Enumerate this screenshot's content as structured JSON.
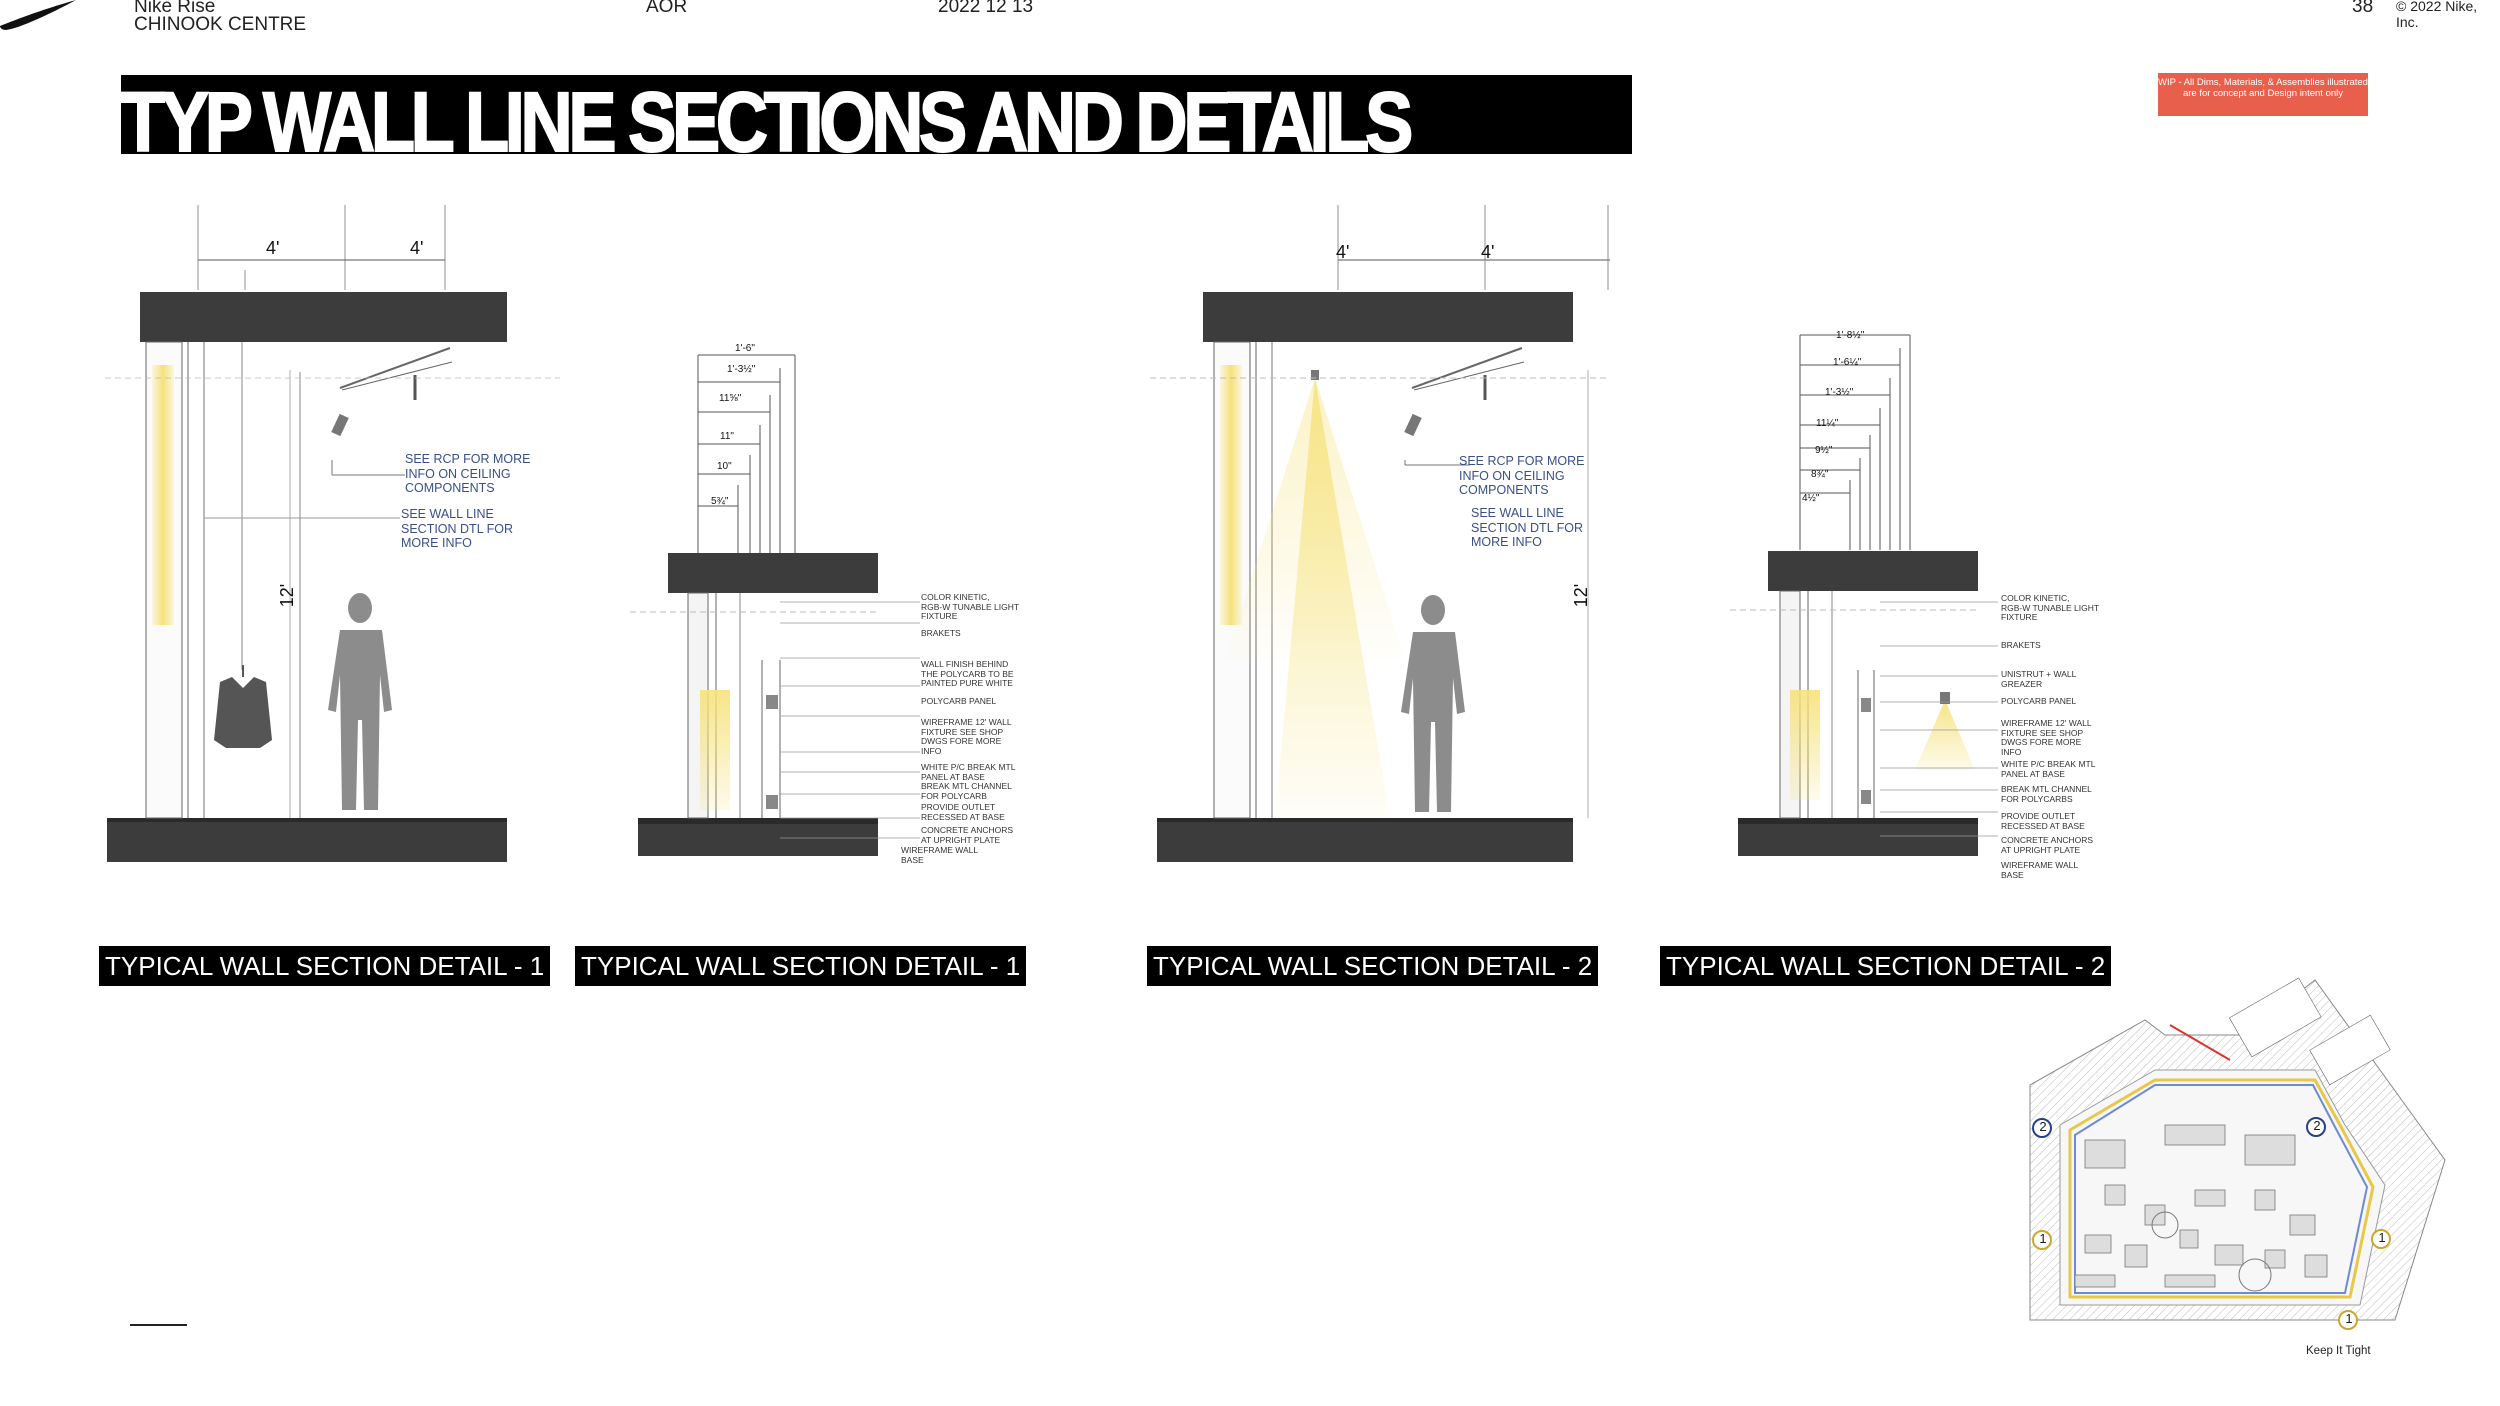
{
  "header": {
    "project": "Nike Rise",
    "location": "CHINOOK CENTRE",
    "firm": "AOR",
    "date": "2022 12 13",
    "page": "38",
    "copyright": "© 2022 Nike, Inc."
  },
  "title": "TYP WALL LINE SECTIONS AND DETAILS",
  "wip_note": "WIP - All Dims, Materials, & Assemblies illustrated are for concept and Design intent only",
  "captions": [
    "TYPICAL WALL SECTION DETAIL - 1",
    "TYPICAL WALL SECTION DETAIL - 1",
    "TYPICAL WALL SECTION DETAIL - 2",
    "TYPICAL WALL SECTION DETAIL - 2"
  ],
  "section1": {
    "dims": [
      "4'",
      "4'",
      "12'"
    ],
    "notes": [
      "SEE RCP FOR MORE\nINFO ON CEILING\nCOMPONENTS",
      "SEE WALL LINE\nSECTION DTL FOR\nMORE INFO"
    ]
  },
  "section3": {
    "dims": [
      "4'",
      "4'",
      "12'"
    ],
    "notes": [
      "SEE RCP FOR MORE\nINFO ON CEILING\nCOMPONENTS",
      "SEE WALL LINE\nSECTION DTL FOR\nMORE INFO"
    ]
  },
  "detail1": {
    "dims": [
      "1'-6\"",
      "1'-3½\"",
      "11⅝\"",
      "11\"",
      "10\"",
      "5¾\""
    ],
    "labels": [
      "COLOR KINETIC,\nRGB-W TUNABLE LIGHT\nFIXTURE",
      "BRAKETS",
      "WALL FINISH BEHIND\nTHE POLYCARB TO BE\nPAINTED PURE WHITE",
      "POLYCARB PANEL",
      "WIREFRAME 12' WALL\nFIXTURE SEE SHOP\nDWGS FORE MORE\nINFO",
      "WHITE P/C BREAK MTL\nPANEL AT BASE",
      "BREAK MTL CHANNEL\nFOR POLYCARB",
      "PROVIDE OUTLET\nRECESSED AT BASE",
      "CONCRETE ANCHORS\nAT UPRIGHT PLATE",
      "WIREFRAME WALL\nBASE"
    ]
  },
  "detail2": {
    "dims": [
      "1'-8½\"",
      "1'-6¼\"",
      "1'-3½\"",
      "11¼\"",
      "9½\"",
      "8¾\"",
      "4½\""
    ],
    "labels": [
      "COLOR KINETIC,\nRGB-W TUNABLE LIGHT\nFIXTURE",
      "BRAKETS",
      "UNISTRUT + WALL\nGREAZER",
      "POLYCARB PANEL",
      "WIREFRAME 12' WALL\nFIXTURE SEE SHOP\nDWGS FORE MORE\nINFO",
      "WHITE P/C BREAK MTL\nPANEL AT BASE",
      "BREAK MTL CHANNEL\nFOR POLYCARBS",
      "PROVIDE OUTLET\nRECESSED AT BASE",
      "CONCRETE ANCHORS\nAT UPRIGHT PLATE",
      "WIREFRAME WALL\nBASE"
    ]
  },
  "keyplan": {
    "markers": [
      "2",
      "2",
      "1",
      "1",
      "1"
    ],
    "caption": "Keep It Tight"
  },
  "colors": {
    "title_bg": "#000000",
    "wip_bg": "#e8604c",
    "note_blue": "#3a4f8a",
    "slab": "#3c3c3c",
    "light": "#f6e27a"
  }
}
